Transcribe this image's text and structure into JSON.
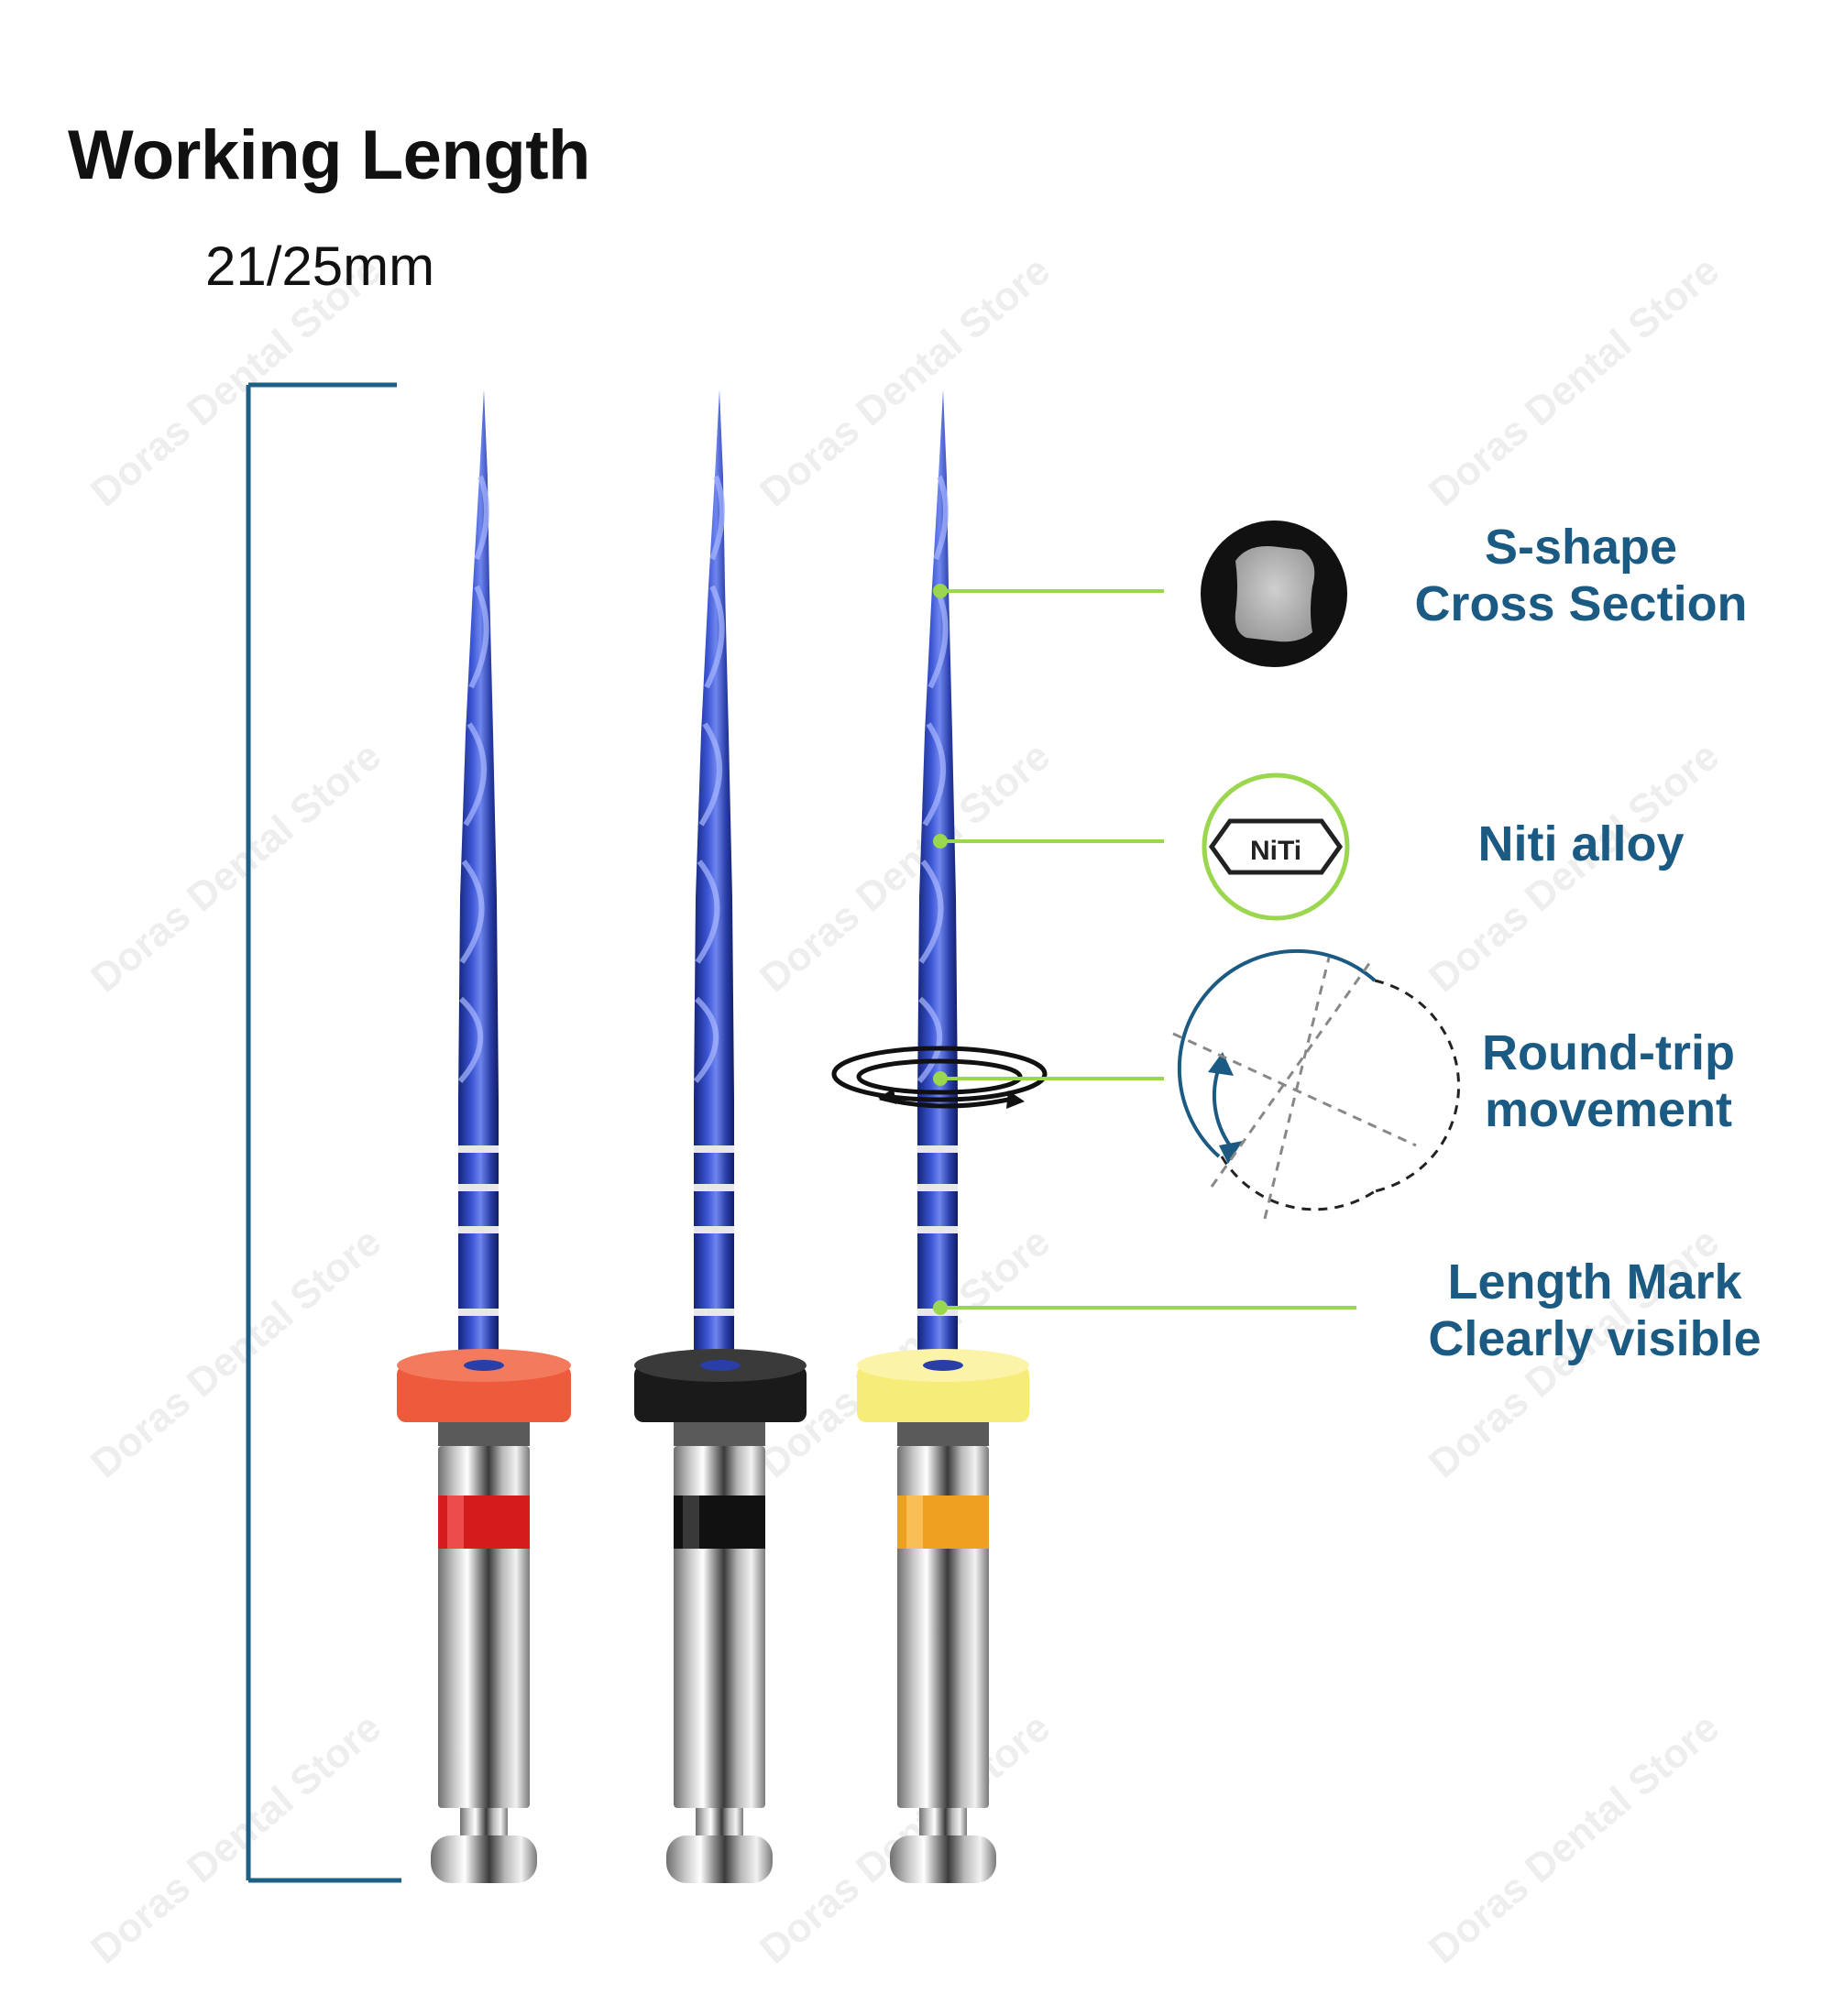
{
  "heading": {
    "title": "Working Length",
    "subtitle": "21/25mm"
  },
  "features": [
    {
      "line1": "S-shape",
      "line2": "Cross Section"
    },
    {
      "line1": "Niti alloy"
    },
    {
      "line1": "Round-trip",
      "line2": "movement"
    },
    {
      "line1": "Length Mark",
      "line2": "Clearly visible"
    }
  ],
  "badges": {
    "niti_label": "NiTi"
  },
  "watermark": "Doras Dental Store",
  "colors": {
    "accent_text": "#1b5a82",
    "bracket": "#1f5f86",
    "leader_line": "#9ad64e",
    "file_blue": "#2a3ea8",
    "stopper_red": "#ee5a3c",
    "stopper_black": "#1a1a1a",
    "stopper_yellow": "#f6ec7a",
    "band_red": "#d41c1c",
    "band_black": "#111111",
    "band_orange": "#f0a020"
  },
  "files": [
    {
      "stopper": "red",
      "band": "red"
    },
    {
      "stopper": "black",
      "band": "black"
    },
    {
      "stopper": "yellow",
      "band": "orange"
    }
  ]
}
